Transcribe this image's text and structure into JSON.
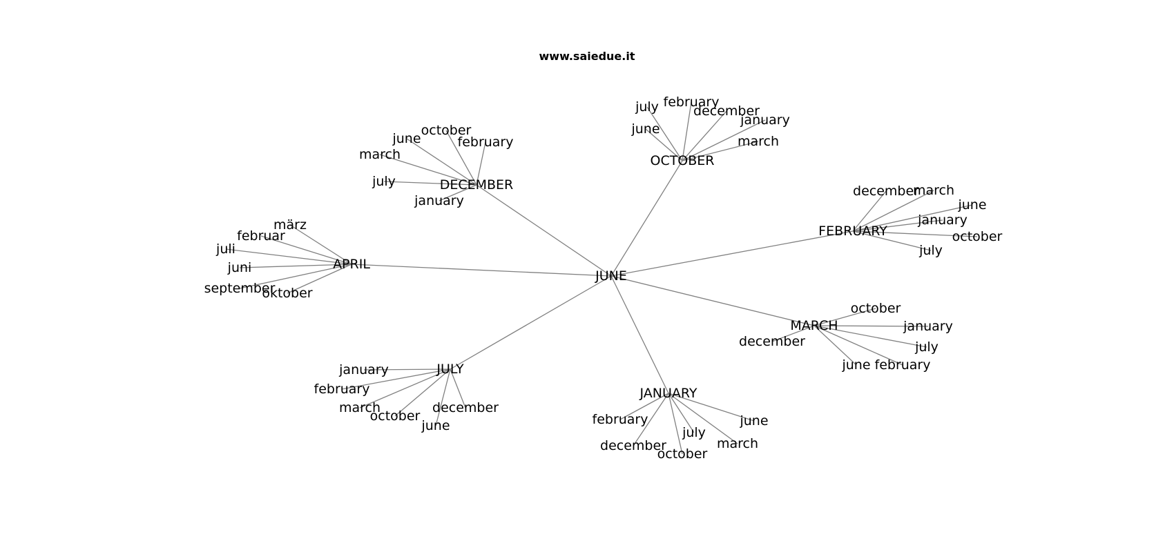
{
  "title": "www.saiedue.it",
  "colors": {
    "edge": "#808080",
    "text": "#000000",
    "background": "#ffffff"
  },
  "root": {
    "id": "root",
    "label": "JUNE"
  },
  "groups": [
    {
      "id": "october",
      "label": "OCTOBER",
      "leaves": [
        {
          "id": "oct-1",
          "label": "july"
        },
        {
          "id": "oct-2",
          "label": "february"
        },
        {
          "id": "oct-3",
          "label": "december"
        },
        {
          "id": "oct-4",
          "label": "january"
        },
        {
          "id": "oct-5",
          "label": "june"
        },
        {
          "id": "oct-6",
          "label": "march"
        }
      ]
    },
    {
      "id": "december",
      "label": "DECEMBER",
      "leaves": [
        {
          "id": "dec-1",
          "label": "october"
        },
        {
          "id": "dec-2",
          "label": "june"
        },
        {
          "id": "dec-3",
          "label": "february"
        },
        {
          "id": "dec-4",
          "label": "march"
        },
        {
          "id": "dec-5",
          "label": "july"
        },
        {
          "id": "dec-6",
          "label": "january"
        }
      ]
    },
    {
      "id": "february",
      "label": "FEBRUARY",
      "leaves": [
        {
          "id": "feb-1",
          "label": "december"
        },
        {
          "id": "feb-2",
          "label": "march"
        },
        {
          "id": "feb-3",
          "label": "june"
        },
        {
          "id": "feb-4",
          "label": "january"
        },
        {
          "id": "feb-5",
          "label": "october"
        },
        {
          "id": "feb-6",
          "label": "july"
        }
      ]
    },
    {
      "id": "april",
      "label": "APRIL",
      "leaves": [
        {
          "id": "apr-1",
          "label": "märz"
        },
        {
          "id": "apr-2",
          "label": "februar"
        },
        {
          "id": "apr-3",
          "label": "juli"
        },
        {
          "id": "apr-4",
          "label": "juni"
        },
        {
          "id": "apr-5",
          "label": "september"
        },
        {
          "id": "apr-6",
          "label": "oktober"
        }
      ]
    },
    {
      "id": "march",
      "label": "MARCH",
      "leaves": [
        {
          "id": "mar-1",
          "label": "october"
        },
        {
          "id": "mar-2",
          "label": "january"
        },
        {
          "id": "mar-3",
          "label": "december"
        },
        {
          "id": "mar-4",
          "label": "july"
        },
        {
          "id": "mar-5",
          "label": "june"
        },
        {
          "id": "mar-6",
          "label": "february"
        }
      ]
    },
    {
      "id": "july",
      "label": "JULY",
      "leaves": [
        {
          "id": "jul-1",
          "label": "january"
        },
        {
          "id": "jul-2",
          "label": "february"
        },
        {
          "id": "jul-3",
          "label": "march"
        },
        {
          "id": "jul-4",
          "label": "december"
        },
        {
          "id": "jul-5",
          "label": "october"
        },
        {
          "id": "jul-6",
          "label": "june"
        }
      ]
    },
    {
      "id": "january",
      "label": "JANUARY",
      "leaves": [
        {
          "id": "jan-1",
          "label": "february"
        },
        {
          "id": "jan-2",
          "label": "june"
        },
        {
          "id": "jan-3",
          "label": "july"
        },
        {
          "id": "jan-4",
          "label": "december"
        },
        {
          "id": "jan-5",
          "label": "march"
        },
        {
          "id": "jan-6",
          "label": "october"
        }
      ]
    }
  ]
}
